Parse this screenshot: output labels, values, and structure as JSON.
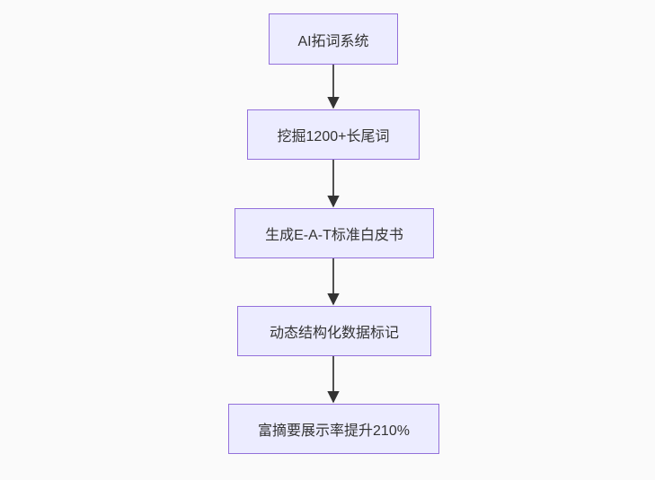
{
  "diagram": {
    "type": "flowchart",
    "direction": "top-down",
    "nodes": [
      {
        "id": "A",
        "label": "AI拓词系统"
      },
      {
        "id": "B",
        "label": "挖掘1200+长尾词"
      },
      {
        "id": "C",
        "label": "生成E-A-T标准白皮书"
      },
      {
        "id": "D",
        "label": "动态结构化数据标记"
      },
      {
        "id": "E",
        "label": "富摘要展示率提升210%"
      }
    ],
    "edges": [
      {
        "from": "A",
        "to": "B"
      },
      {
        "from": "B",
        "to": "C"
      },
      {
        "from": "C",
        "to": "D"
      },
      {
        "from": "D",
        "to": "E"
      }
    ],
    "colors": {
      "node_fill": "#ECECFF",
      "node_border": "#9370DB",
      "text": "#333333",
      "arrow": "#333333",
      "background": "#FAFAFA"
    }
  }
}
